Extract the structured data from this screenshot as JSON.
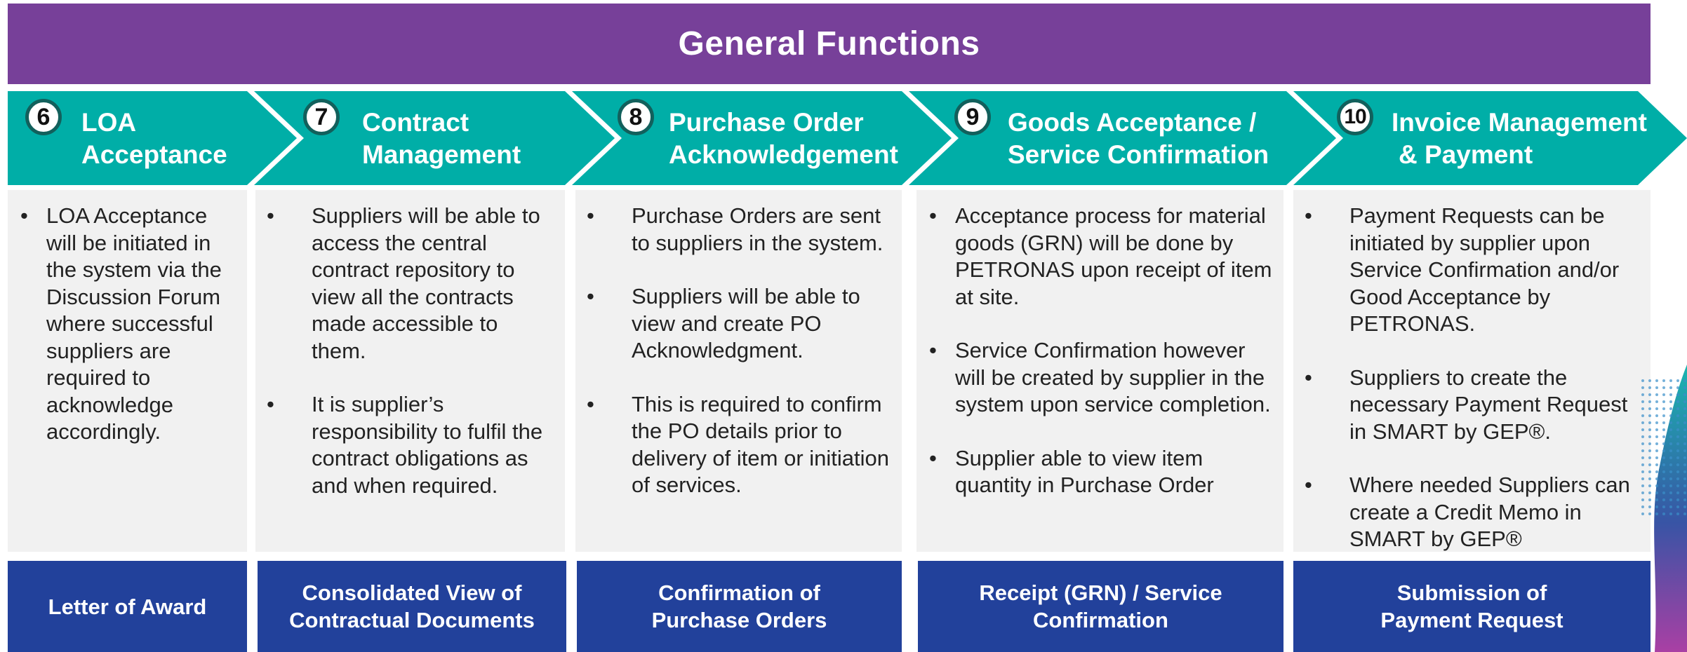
{
  "header": {
    "title": "General Functions"
  },
  "colors": {
    "banner": "#774099",
    "chevron": "#00aea7",
    "panel": "#f1f1f1",
    "footer": "#22419b",
    "badge_ring": "#12605c"
  },
  "steps": [
    {
      "number": "6",
      "title_lines": [
        "LOA",
        "Acceptance"
      ],
      "bullets": [
        "LOA Acceptance will be initiated in the system via the Discussion Forum where successful suppliers are required to acknowledge accordingly."
      ],
      "footer": [
        "Letter of Award"
      ]
    },
    {
      "number": "7",
      "title_lines": [
        "Contract",
        "Management"
      ],
      "bullets": [
        "Suppliers will be able to access the central contract repository to view all the contracts made accessible to them.",
        "It is supplier’s responsibility to fulfil the contract obligations as and when required."
      ],
      "footer": [
        "Consolidated View of",
        "Contractual Documents"
      ]
    },
    {
      "number": "8",
      "title_lines": [
        "Purchase Order",
        "Acknowledgement"
      ],
      "bullets": [
        "Purchase Orders are sent to suppliers in the system.",
        "Suppliers will be able to view and create PO Acknowledgment.",
        "This is required to confirm the PO details prior to delivery of item or initiation of services."
      ],
      "footer": [
        "Confirmation of",
        "Purchase Orders"
      ]
    },
    {
      "number": "9",
      "title_lines": [
        "Goods Acceptance /",
        "Service Confirmation"
      ],
      "bullets": [
        "Acceptance process for material goods (GRN) will be done by PETRONAS upon receipt of item at site.",
        "Service Confirmation however will be created by supplier in the system upon service completion.",
        "Supplier able to view item quantity in Purchase Order"
      ],
      "footer": [
        "Receipt (GRN) / Service",
        "Confirmation"
      ]
    },
    {
      "number": "10",
      "title_lines": [
        "Invoice Management",
        "& Payment"
      ],
      "bullets": [
        "Payment Requests can be initiated by supplier upon Service Confirmation and/or  Good Acceptance by PETRONAS.",
        "Suppliers to create the necessary Payment Request in SMART by GEP®.",
        "Where needed Suppliers can create a Credit Memo in SMART by GEP®"
      ],
      "footer": [
        "Submission of",
        "Payment Request"
      ]
    }
  ]
}
